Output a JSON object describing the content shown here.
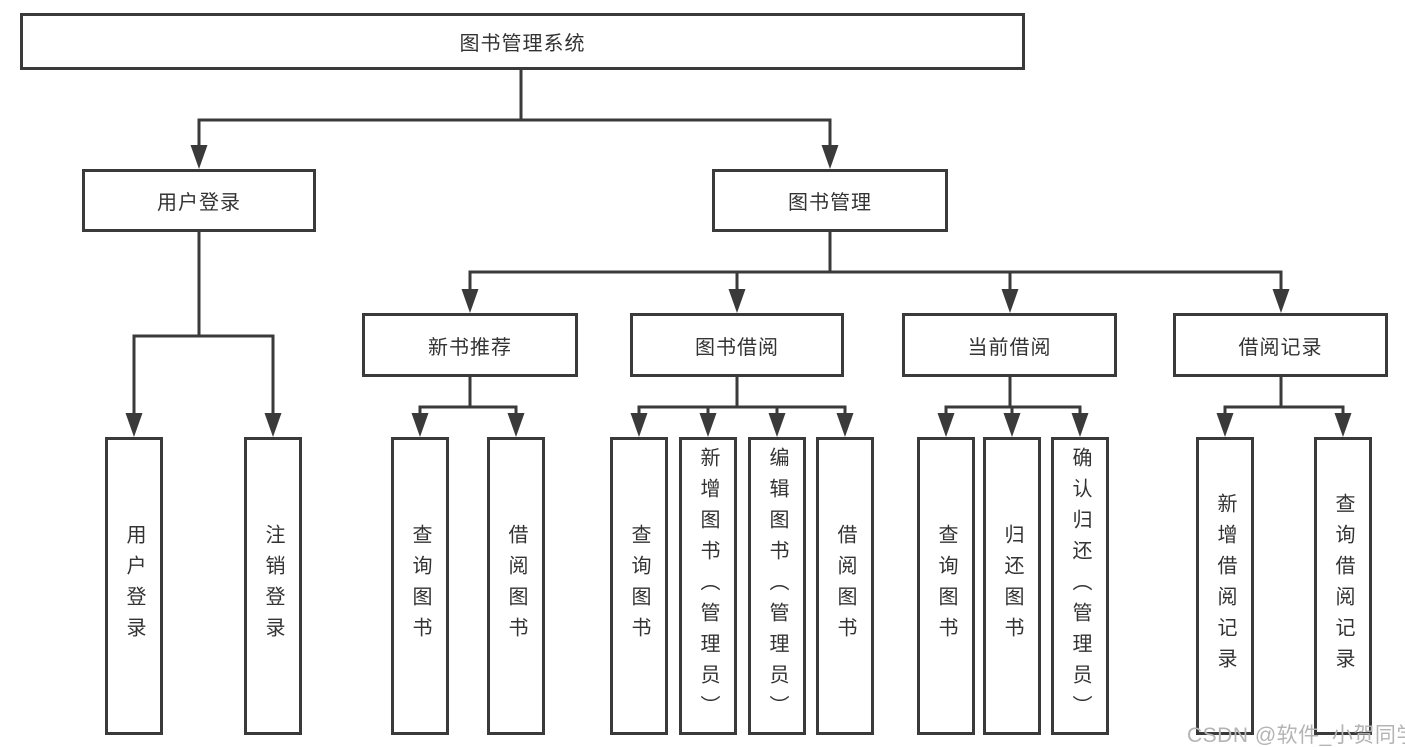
{
  "root": {
    "label": "图书管理系统"
  },
  "level2": [
    {
      "label": "用户登录"
    },
    {
      "label": "图书管理"
    }
  ],
  "level3": [
    {
      "label": "新书推荐"
    },
    {
      "label": "图书借阅"
    },
    {
      "label": "当前借阅"
    },
    {
      "label": "借阅记录"
    }
  ],
  "leaves": {
    "user_login": [
      "用户登录",
      "注销登录"
    ],
    "new_book": [
      "查询图书",
      "借阅图书"
    ],
    "book_borrow": [
      "查询图书",
      "新增图书（管理员）",
      "编辑图书（管理员）",
      "借阅图书"
    ],
    "current_borrow": [
      "查询图书",
      "归还图书",
      "确认归还（管理员）"
    ],
    "borrow_records": [
      "新增借阅记录",
      "查询借阅记录"
    ]
  },
  "watermark": "CSDN @软件_小贺同学",
  "colors": {
    "line": "#3a3a3a",
    "background": "#ffffff",
    "text_color": "#333333",
    "watermark_color": "#b4b4b4"
  }
}
